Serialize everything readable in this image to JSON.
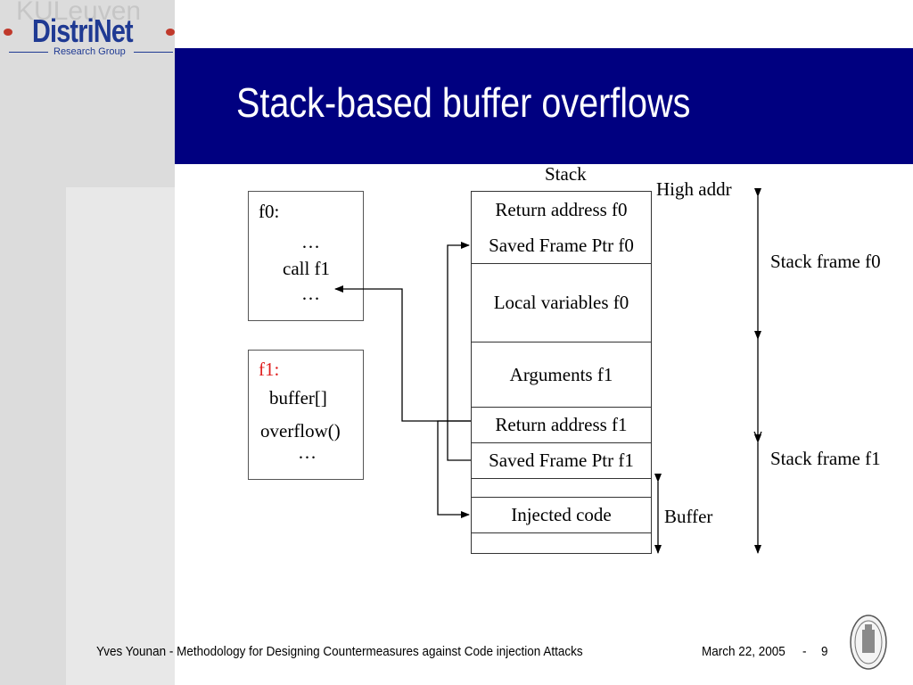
{
  "logo": {
    "watermark": "KULeuven",
    "name": "DistriNet",
    "subtitle": "Research Group"
  },
  "title": "Stack-based buffer overflows",
  "f0_box": {
    "label": "f0:",
    "line1": "…",
    "line2": "call f1",
    "line3": "…"
  },
  "f1_box": {
    "label": "f1:",
    "line1": "buffer[]",
    "line2": "overflow()",
    "line3": "…",
    "label_color": "#e02020"
  },
  "stack": {
    "header": "Stack",
    "high_addr": "High addr",
    "cells": [
      "Return address f0",
      "Saved Frame Ptr f0",
      "Local variables f0",
      "Arguments f1",
      "Return address f1",
      "Saved Frame Ptr f1",
      "",
      "Injected code",
      ""
    ],
    "frame_f0": "Stack frame f0",
    "frame_f1": "Stack frame f1",
    "buffer": "Buffer"
  },
  "footer": {
    "left": "Yves Younan - Methodology for Designing Countermeasures against Code injection Attacks",
    "date": "March 22, 2005",
    "separator": "-",
    "page": "9"
  },
  "colors": {
    "header_bg": "#000080",
    "accent_red": "#e02020",
    "logo_blue": "#1f3a93"
  }
}
